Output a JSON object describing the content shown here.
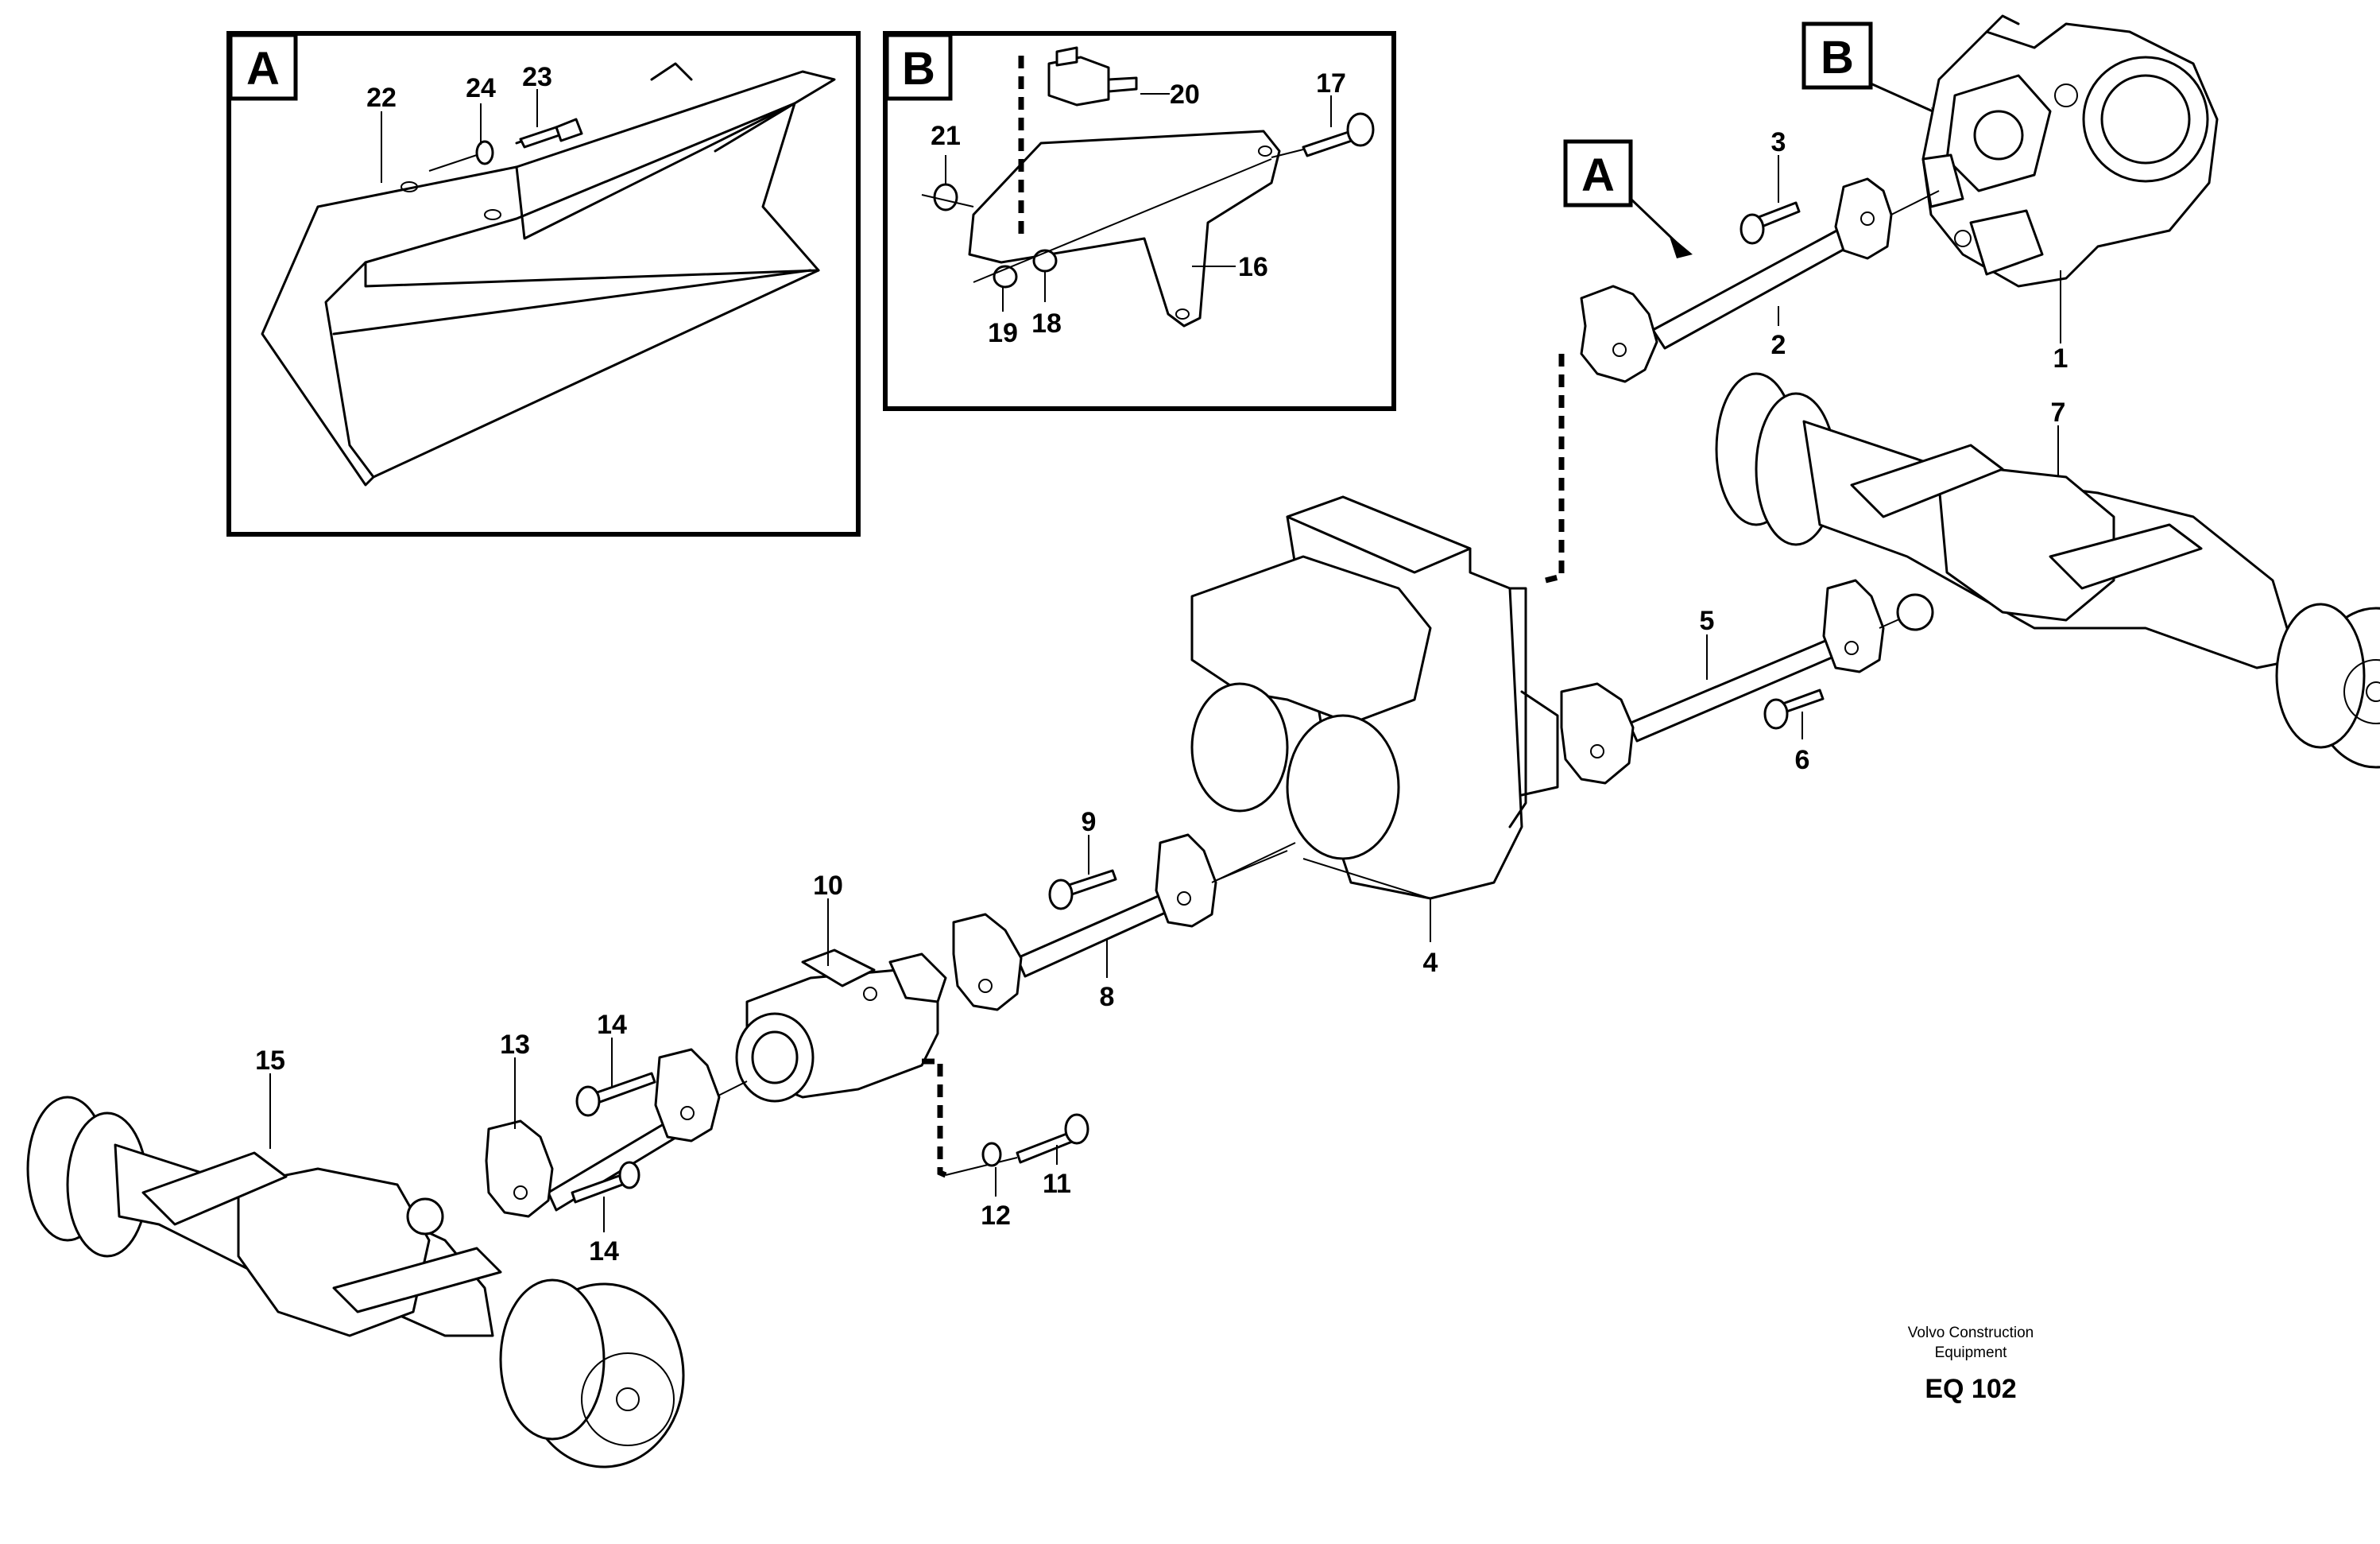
{
  "detail_views": [
    {
      "tag": "A",
      "callouts": [
        "22",
        "24",
        "23"
      ]
    },
    {
      "tag": "B",
      "callouts": [
        "21",
        "20",
        "17",
        "16",
        "19",
        "18"
      ]
    }
  ],
  "view_markers": [
    "A",
    "B"
  ],
  "callouts": {
    "c1": "1",
    "c2": "2",
    "c3": "3",
    "c4": "4",
    "c5": "5",
    "c6": "6",
    "c7": "7",
    "c8": "8",
    "c9": "9",
    "c10": "10",
    "c11": "11",
    "c12": "12",
    "c13": "13",
    "c14a": "14",
    "c14b": "14",
    "c15": "15"
  },
  "credit": {
    "line1": "Volvo Construction",
    "line2": "Equipment",
    "code": "EQ 102"
  }
}
